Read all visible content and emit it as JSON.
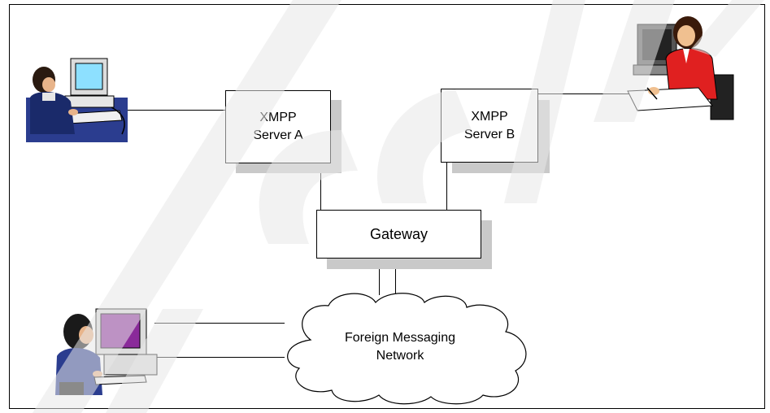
{
  "nodes": {
    "server_a": {
      "line1": "XMPP",
      "line2": "Server A"
    },
    "server_b": {
      "line1": "XMPP",
      "line2": "Server B"
    },
    "gateway": {
      "label": "Gateway"
    },
    "foreign_network": {
      "line1": "Foreign Messaging",
      "line2": "Network"
    }
  },
  "colors": {
    "shadow": "#c9c9c9",
    "person_red_suit": "#e02020",
    "monitor_screen": "#8de0ff",
    "purple_screen": "#8a2a9a",
    "watermark": "#e8e8e8"
  },
  "icons": [
    "user-at-computer-icon",
    "woman-writing-icon",
    "woman-at-computer-icon"
  ]
}
